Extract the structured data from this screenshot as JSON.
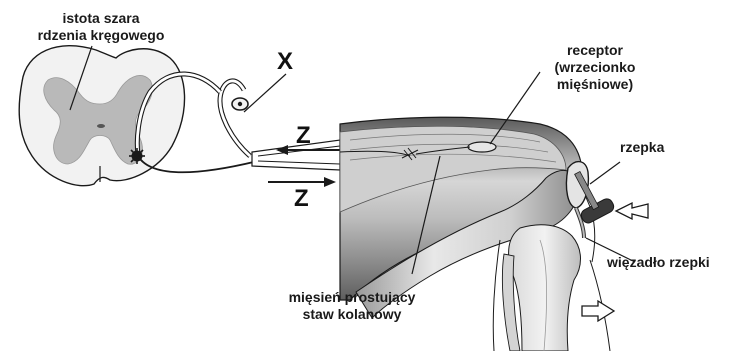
{
  "labels": {
    "gray_matter_line1": "istota szara",
    "gray_matter_line2": "rdzenia kręgowego",
    "x_marker": "X",
    "z_upper": "Z",
    "z_lower": "Z",
    "receptor_line1": "receptor",
    "receptor_line2": "(wrzecionko",
    "receptor_line3": "mięśniowe)",
    "patella": "rzepka",
    "patellar_ligament": "więzadło rzepki",
    "muscle_line1": "mięsień prostujący",
    "muscle_line2": "staw kolanowy"
  },
  "colors": {
    "outline": "#1a1a1a",
    "gray_matter": "#b9b9b9",
    "white_matter": "#f2f2f2",
    "muscle_dark": "#6f6f6f",
    "muscle_light": "#c8c8c8",
    "bone": "#dcdcdc"
  }
}
